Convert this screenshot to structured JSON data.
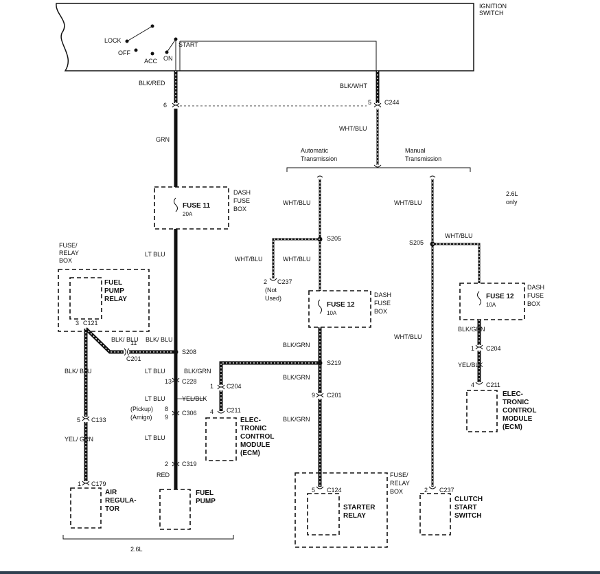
{
  "ignition": {
    "title1": "IGNITION",
    "title2": "SWITCH",
    "lock": "LOCK",
    "off": "OFF",
    "acc": "ACC",
    "on": "ON",
    "start": "START"
  },
  "wires": {
    "blk_red": "BLK/RED",
    "blk_wht": "BLK/WHT",
    "grn": "GRN",
    "wht_blu": "WHT/BLU",
    "lt_blu": "LT BLU",
    "blk_blu": "BLK/\nBLU",
    "blk_grn": "BLK/GRN",
    "yel_blk": "YEL/BLK",
    "yel_grn": "YEL/\nGRN",
    "red": "RED"
  },
  "connectors": {
    "c244": "C244",
    "n5": "5",
    "n6": "6",
    "s205": "S205",
    "c237": "C237",
    "n2": "2",
    "c121": "C121",
    "n3": "3",
    "c201": "C201",
    "n11": "11",
    "s208": "S208",
    "c228": "C228",
    "n13": "13",
    "c306": "C306",
    "n8": "8",
    "n9": "9",
    "c319": "C319",
    "c133": "C133",
    "c179": "C179",
    "n1": "1",
    "s219": "S219",
    "c204": "C204",
    "c211": "C211",
    "n4": "4",
    "c124": "C124"
  },
  "labels": {
    "auto1": "Automatic",
    "auto2": "Transmission",
    "man1": "Manual",
    "man2": "Transmission",
    "engine1": "2.6L",
    "engine2": "only",
    "not_used1": "(Not",
    "not_used2": "Used)",
    "pickup": "(Pickup)",
    "amigo": "(Amigo)",
    "bottom_engine": "2.6L"
  },
  "components": {
    "dash_fuse_box": [
      "DASH",
      "FUSE",
      "BOX"
    ],
    "fuse11": "FUSE 11",
    "fuse11_amp": "20A",
    "fuse12": "FUSE 12",
    "fuse12_amp": "10A",
    "fuse_relay_box": [
      "FUSE/",
      "RELAY",
      "BOX"
    ],
    "fuel_pump_relay": [
      "FUEL",
      "PUMP",
      "RELAY"
    ],
    "air_regulator": [
      "AIR",
      "REGULA-",
      "TOR"
    ],
    "fuel_pump": [
      "FUEL",
      "PUMP"
    ],
    "ecm": [
      "ELEC-",
      "TRONIC",
      "CONTROL",
      "MODULE",
      "(ECM)"
    ],
    "starter_relay": [
      "STARTER",
      "RELAY"
    ],
    "clutch_switch": [
      "CLUTCH",
      "START",
      "SWITCH"
    ]
  }
}
